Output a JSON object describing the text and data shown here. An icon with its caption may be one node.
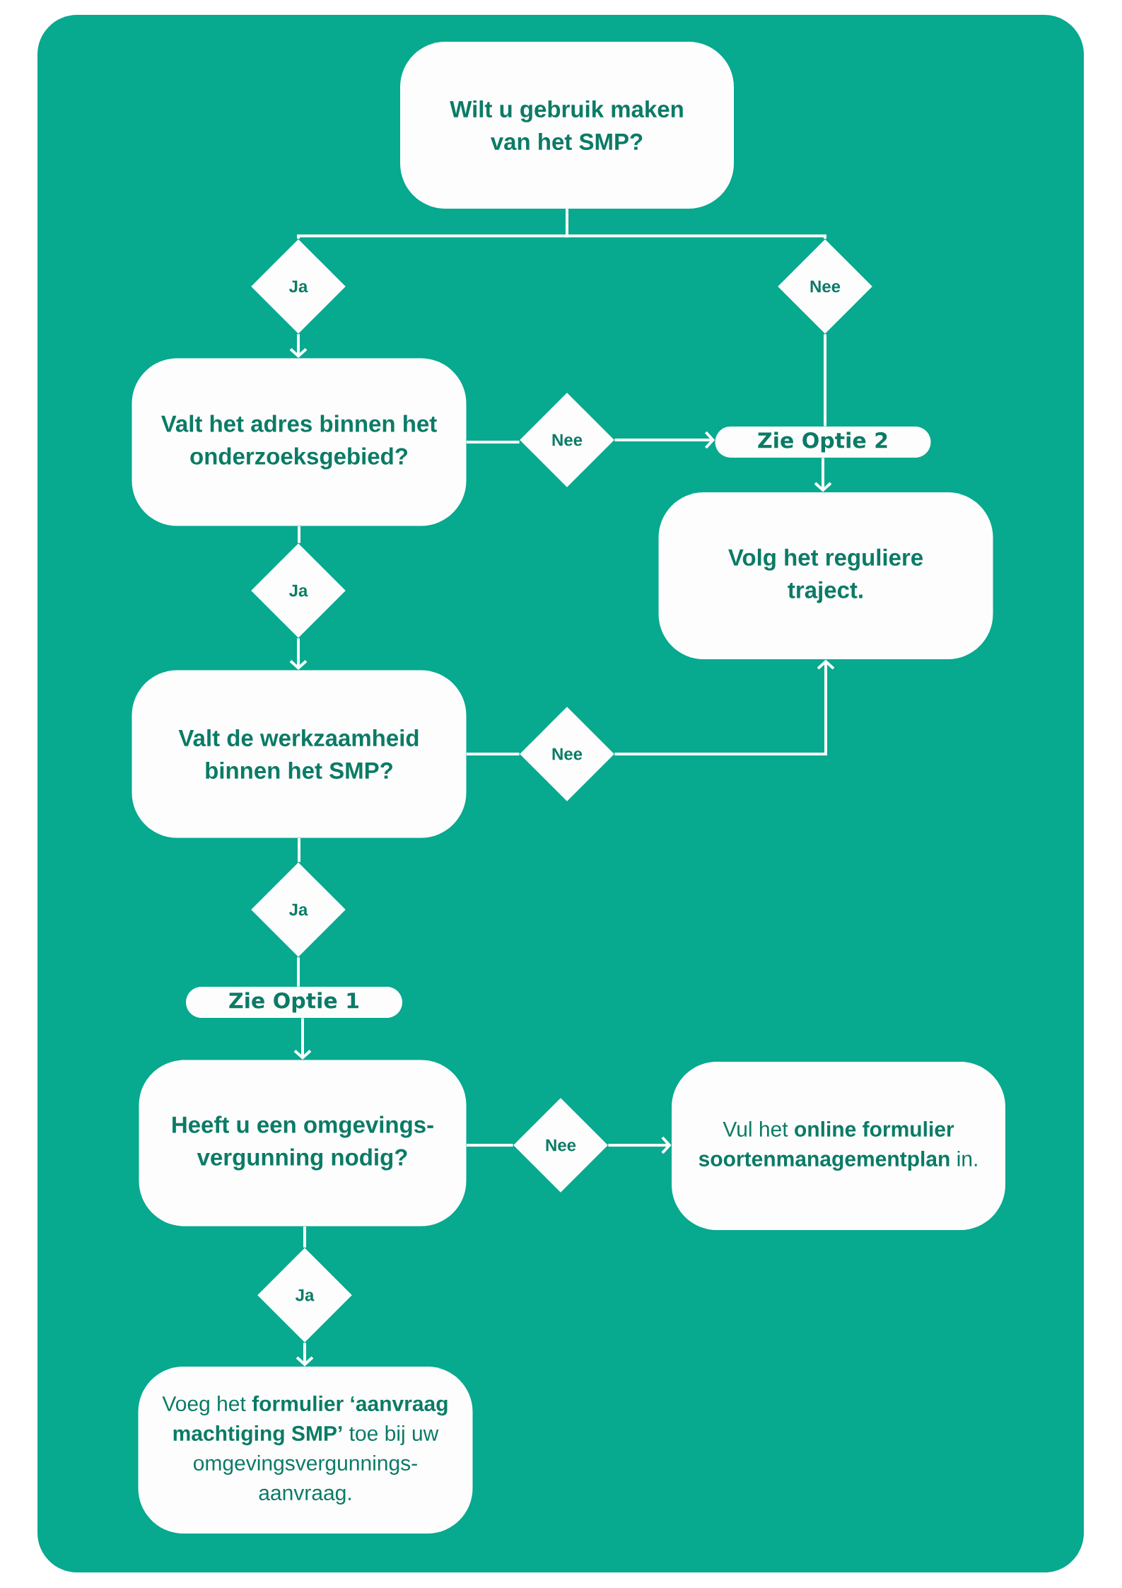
{
  "diagram": {
    "nodes": [
      {
        "text": [
          "Wilt u gebruik maken van het SMP?"
        ]
      },
      {
        "text": [
          "Ja"
        ]
      },
      {
        "text": [
          "Nee"
        ]
      },
      {
        "text": [
          "Valt het adres binnen het onderzoeksgebied?"
        ]
      },
      {
        "text": [
          "Nee"
        ]
      },
      {
        "text": [
          "Zie Optie 2"
        ]
      },
      {
        "text": [
          "Volg het reguliere traject."
        ]
      },
      {
        "text": [
          "Ja"
        ]
      },
      {
        "text": [
          "Valt de werkzaamheid binnen het SMP?"
        ]
      },
      {
        "text": [
          "Nee"
        ]
      },
      {
        "text": [
          "Ja"
        ]
      },
      {
        "text": [
          "Zie Optie 1"
        ]
      },
      {
        "text": [
          "Heeft u een omgevings- vergunning nodig?"
        ]
      },
      {
        "text": [
          "Nee"
        ]
      },
      {
        "text": [
          "Vul het **online formulier soortenmanagementplan** in."
        ]
      },
      {
        "text": [
          "Ja"
        ]
      },
      {
        "text": [
          "Voeg het **formulier ‘aanvraag machtiging SMP’** toe bij uw omgevingsvergunnings- aanvraag."
        ]
      }
    ],
    "edges": [
      {
        "from": 0,
        "to": 1,
        "arrow": "none"
      },
      {
        "from": 0,
        "to": 2,
        "arrow": "none"
      },
      {
        "from": 1,
        "to": 3,
        "arrow": "to"
      },
      {
        "from": 2,
        "to": 5,
        "arrow": "none"
      },
      {
        "from": 5,
        "to": 6,
        "arrow": "to"
      },
      {
        "from": 3,
        "to": 4,
        "arrow": "none"
      },
      {
        "from": 4,
        "to": 5,
        "arrow": "to"
      },
      {
        "from": 3,
        "to": 7,
        "arrow": "none"
      },
      {
        "from": 7,
        "to": 8,
        "arrow": "to"
      },
      {
        "from": 8,
        "to": 9,
        "arrow": "none"
      },
      {
        "from": 9,
        "to": 6,
        "arrow": "to"
      },
      {
        "from": 8,
        "to": 10,
        "arrow": "none"
      },
      {
        "from": 10,
        "to": 11,
        "arrow": "none"
      },
      {
        "from": 11,
        "to": 12,
        "arrow": "to"
      },
      {
        "from": 12,
        "to": 13,
        "arrow": "none"
      },
      {
        "from": 13,
        "to": 14,
        "arrow": "to"
      },
      {
        "from": 12,
        "to": 15,
        "arrow": "none"
      },
      {
        "from": 15,
        "to": 16,
        "arrow": "to"
      }
    ]
  }
}
